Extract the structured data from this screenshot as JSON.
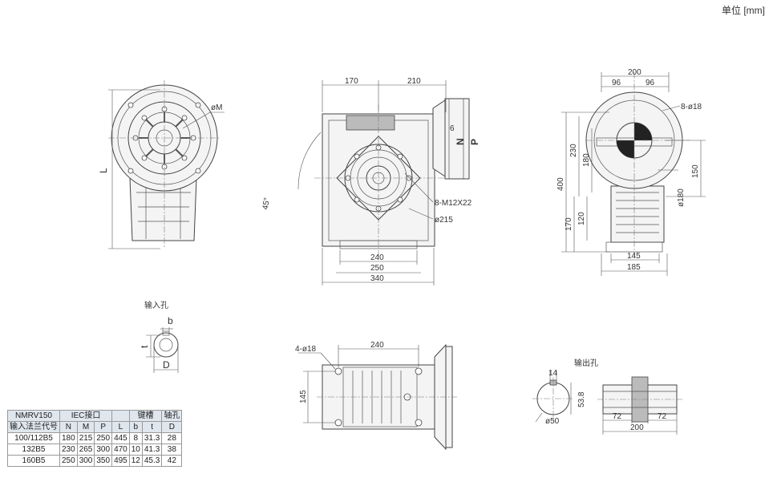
{
  "unit_label": "单位 [mm]",
  "views": {
    "front": {
      "dim_170": "170",
      "dim_210": "210",
      "dim_6": "6",
      "label_n": "N",
      "label_p": "P",
      "angle": "45°",
      "bolt": "8-M12X22",
      "dia_215": "ø215",
      "dim_240": "240",
      "dim_250": "250",
      "dim_340": "340"
    },
    "left": {
      "dia_m": "øM",
      "label_l": "L"
    },
    "side": {
      "dim_200": "200",
      "dim_96a": "96",
      "dim_96b": "96",
      "holes": "8-ø18",
      "dim_230": "230",
      "dim_180": "180",
      "dim_400": "400",
      "dim_150": "150",
      "dia_180": "ø180",
      "dim_170": "170",
      "dim_120": "120",
      "dim_145": "145",
      "dim_185": "185"
    },
    "input_hole": {
      "title": "输入孔",
      "label_b": "b",
      "label_t": "t",
      "label_d": "D"
    },
    "bottom": {
      "holes": "4-ø18",
      "dim_240": "240",
      "dim_145": "145"
    },
    "output_hole": {
      "title": "输出孔",
      "dim_14": "14",
      "dim_538": "53.8",
      "dia_50": "ø50",
      "dim_72a": "72",
      "dim_72b": "72",
      "dim_200": "200"
    }
  },
  "table": {
    "model": "NMRV150",
    "flange_code": "输入法兰代号",
    "iec": "IEC接口",
    "keyway": "键槽",
    "shaft_hole": "轴孔",
    "columns": [
      "N",
      "M",
      "P",
      "L",
      "b",
      "t",
      "D"
    ],
    "rows": [
      {
        "code": "100/112B5",
        "values": [
          "180",
          "215",
          "250",
          "445",
          "8",
          "31.3",
          "28"
        ]
      },
      {
        "code": "132B5",
        "values": [
          "230",
          "265",
          "300",
          "470",
          "10",
          "41.3",
          "38"
        ]
      },
      {
        "code": "160B5",
        "values": [
          "250",
          "300",
          "350",
          "495",
          "12",
          "45.3",
          "42"
        ]
      }
    ]
  }
}
